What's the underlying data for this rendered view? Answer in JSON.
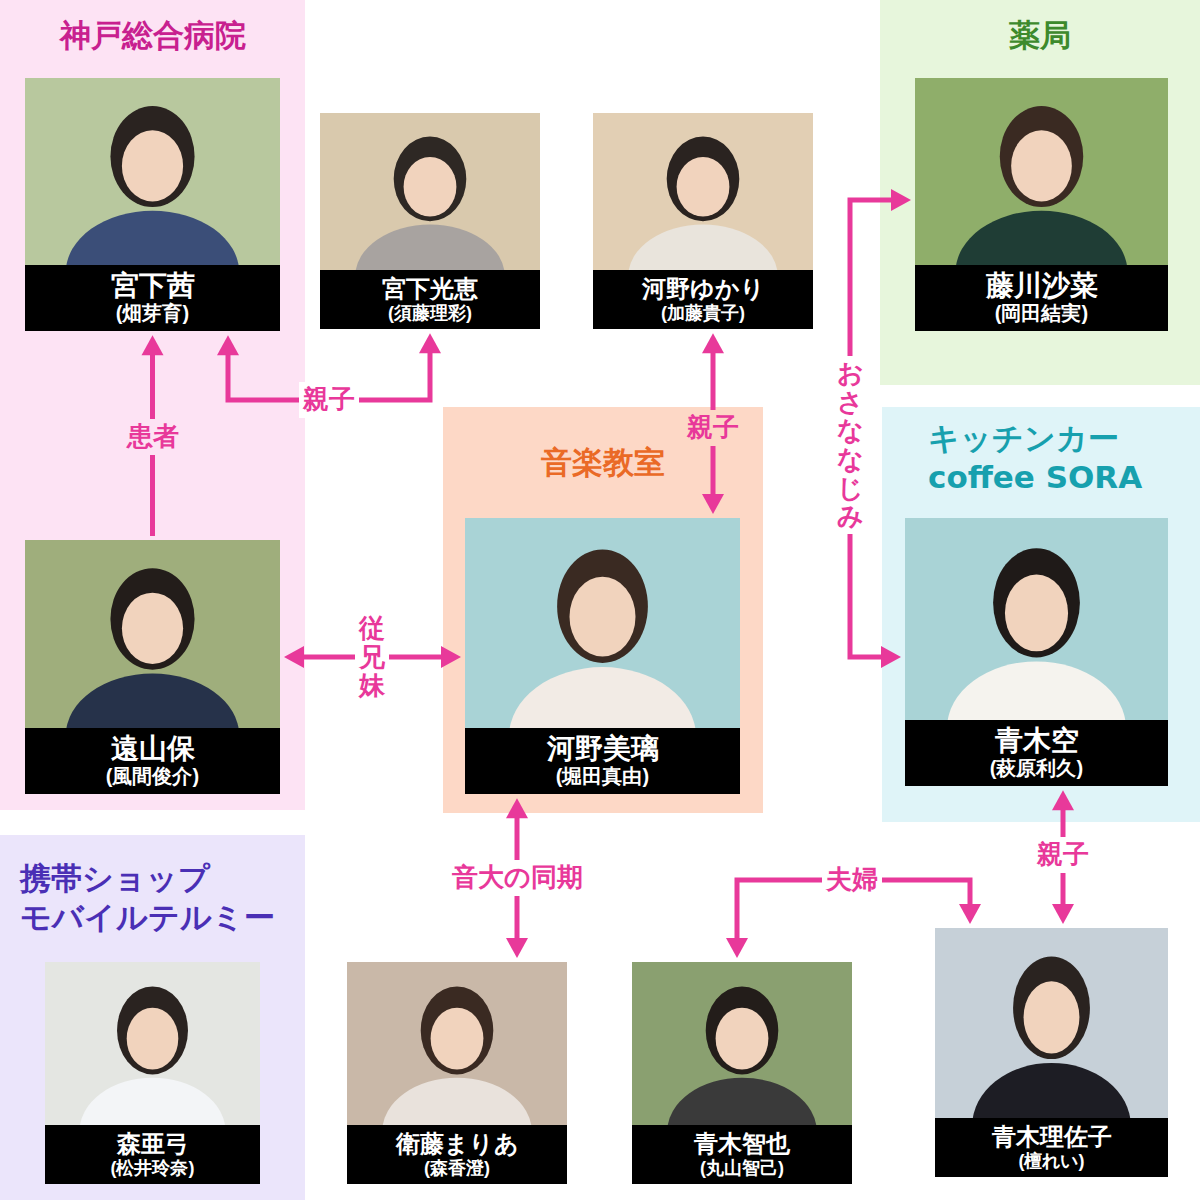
{
  "diagram": {
    "nodes": [
      {
        "text": [
          "神戸総合病院"
        ]
      },
      {
        "text": [
          "宮下茜",
          "(畑芽育)"
        ],
        "in": 0
      },
      {
        "text": [
          "宮下光恵",
          "(須藤理彩)"
        ]
      },
      {
        "text": [
          "河野ゆかり",
          "(加藤貴子)"
        ]
      },
      {
        "text": [
          "薬局"
        ]
      },
      {
        "text": [
          "藤川沙菜",
          "(岡田結実)"
        ],
        "in": 4
      },
      {
        "text": [
          "音楽教室"
        ]
      },
      {
        "text": [
          "キッチンカー coffee SORA"
        ]
      },
      {
        "text": [
          "遠山保",
          "(風間俊介)"
        ],
        "in": 0
      },
      {
        "text": [
          "河野美璃",
          "(堀田真由)"
        ],
        "in": 6
      },
      {
        "text": [
          "青木空",
          "(萩原利久)"
        ],
        "in": 7
      },
      {
        "text": [
          "携帯ショップ モバイルテルミー"
        ]
      },
      {
        "text": [
          "森亜弓",
          "(松井玲奈)"
        ],
        "in": 11
      },
      {
        "text": [
          "衛藤まりあ",
          "(森香澄)"
        ]
      },
      {
        "text": [
          "青木智也",
          "(丸山智己)"
        ]
      },
      {
        "text": [
          "青木理佐子",
          "(檀れい)"
        ]
      }
    ],
    "edges": [
      {
        "from": 8,
        "to": 1,
        "label": "患者",
        "arrow": "to"
      },
      {
        "from": 1,
        "to": 2,
        "label": "親子",
        "arrow": "both"
      },
      {
        "from": 3,
        "to": 9,
        "label": "親子",
        "arrow": "both"
      },
      {
        "from": 5,
        "to": 10,
        "label": "おさななじみ",
        "arrow": "both"
      },
      {
        "from": 8,
        "to": 9,
        "label": "従兄妹",
        "arrow": "both"
      },
      {
        "from": 9,
        "to": 13,
        "label": "音大の同期",
        "arrow": "both"
      },
      {
        "from": 14,
        "to": 15,
        "label": "夫婦",
        "arrow": "both"
      },
      {
        "from": 10,
        "to": 15,
        "label": "親子",
        "arrow": "both"
      }
    ]
  }
}
